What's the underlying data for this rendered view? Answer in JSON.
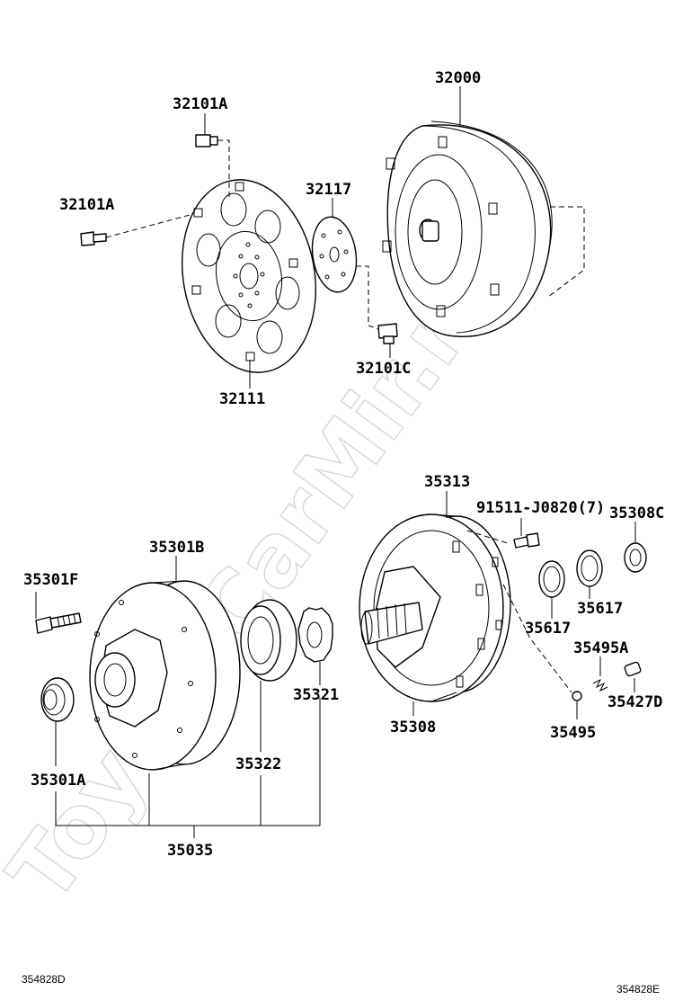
{
  "watermark": "ToyotaCarMir.ru",
  "figure_codes": {
    "left": "354828D",
    "right": "354828E"
  },
  "labels": {
    "p32000": "32000",
    "p32101A_top": "32101A",
    "p32101A_left": "32101A",
    "p32117": "32117",
    "p32111": "32111",
    "p32101C": "32101C",
    "p35313": "35313",
    "p91511": "91511-J0820(7)",
    "p35308C": "35308C",
    "p35301B": "35301B",
    "p35301F": "35301F",
    "p35617a": "35617",
    "p35617b": "35617",
    "p35495A": "35495A",
    "p35427D": "35427D",
    "p35321": "35321",
    "p35308": "35308",
    "p35495": "35495",
    "p35322": "35322",
    "p35301A": "35301A",
    "p35035": "35035"
  }
}
